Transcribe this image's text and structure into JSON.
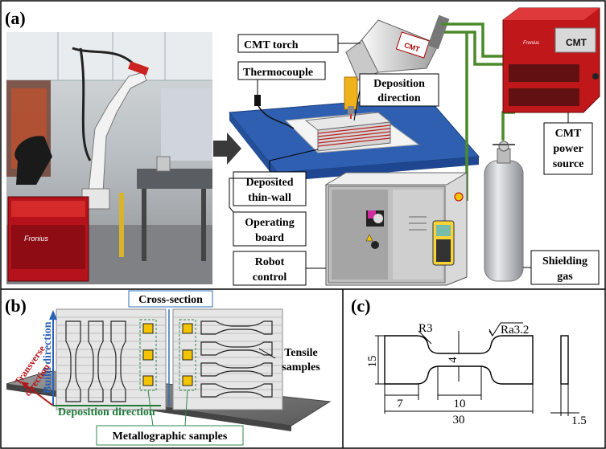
{
  "panels": {
    "a": {
      "tag": "(a)",
      "labels": {
        "cmt_torch": "CMT torch",
        "thermocouple": "Thermocouple",
        "deposition_direction_1": "Deposition",
        "deposition_direction_2": "direction",
        "deposited_1": "Deposited",
        "deposited_2": "thin-wall",
        "operating_1": "Operating",
        "operating_2": "board",
        "robot_1": "Robot",
        "robot_2": "control",
        "cmt_power_1": "CMT",
        "cmt_power_2": "power",
        "cmt_power_3": "source",
        "shielding_1": "Shielding",
        "shielding_2": "gas",
        "cmt_badge": "CMT",
        "torch_badge": "CMT",
        "fronius_photo": "Fronius",
        "fronius_box": "Fronius"
      }
    },
    "b": {
      "tag": "(b)",
      "labels": {
        "cross_section": "Cross-section",
        "build_direction": "Build direction",
        "transverse_1": "Transverse",
        "transverse_2": "direction",
        "deposition_direction": "Deposition direction",
        "tensile_1": "Tensile",
        "tensile_2": "samples",
        "metallographic": "Metallographic samples"
      }
    },
    "c": {
      "tag": "(c)",
      "labels": {
        "radius": "R3",
        "roughness": "Ra3.2",
        "height": "15",
        "neck": "4",
        "shoulder": "7",
        "gauge": "10",
        "total": "30",
        "thickness": "1.5"
      }
    }
  },
  "colors": {
    "board_blue": "#2f5fb0",
    "power_red": "#c0171b",
    "gas_line": "#4a8a2a",
    "sample_yellow": "#f5c400",
    "build_arrow": "#2a62b8",
    "transverse_arrow": "#b3161b",
    "deposition_text": "#1f7a3a",
    "callout_blue": "#2d6fb7",
    "callout_green": "#2f8a4a"
  }
}
